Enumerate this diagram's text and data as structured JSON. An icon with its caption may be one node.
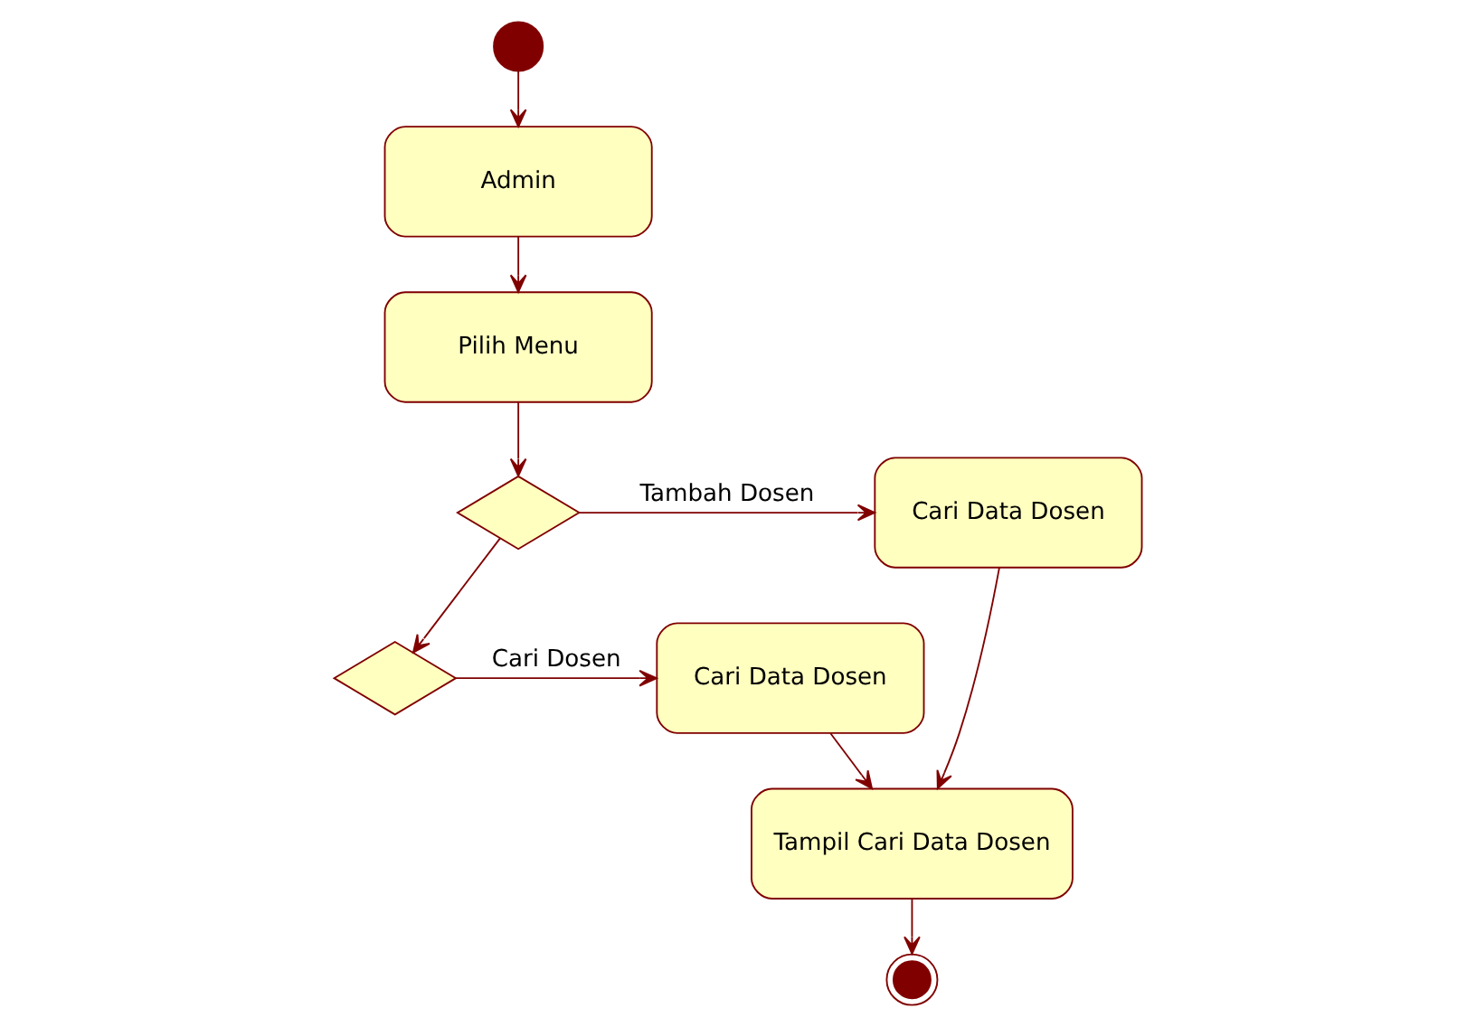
{
  "diagram": {
    "nodes": [
      {
        "text": [],
        "shape": "circle"
      },
      {
        "text": [
          "Admin"
        ]
      },
      {
        "text": [
          "Pilih Menu"
        ]
      },
      {
        "text": [],
        "shape": "diamond"
      },
      {
        "text": [],
        "shape": "diamond"
      },
      {
        "text": [
          "Cari Data Dosen"
        ]
      },
      {
        "text": [
          "Cari Data Dosen"
        ]
      },
      {
        "text": [
          "Tampil Cari Data Dosen"
        ]
      },
      {
        "text": [],
        "shape": "bullseye"
      }
    ],
    "edges": [
      {
        "from": 0,
        "to": 1,
        "arrow": "to"
      },
      {
        "from": 1,
        "to": 2,
        "arrow": "to"
      },
      {
        "from": 2,
        "to": 3,
        "arrow": "to"
      },
      {
        "from": 3,
        "to": 5,
        "arrow": "to",
        "label": "Tambah Dosen"
      },
      {
        "from": 3,
        "to": 4,
        "arrow": "to"
      },
      {
        "from": 4,
        "to": 6,
        "arrow": "to",
        "label": "Cari Dosen"
      },
      {
        "from": 5,
        "to": 7,
        "arrow": "to"
      },
      {
        "from": 6,
        "to": 7,
        "arrow": "to"
      },
      {
        "from": 7,
        "to": 8,
        "arrow": "to"
      }
    ]
  }
}
